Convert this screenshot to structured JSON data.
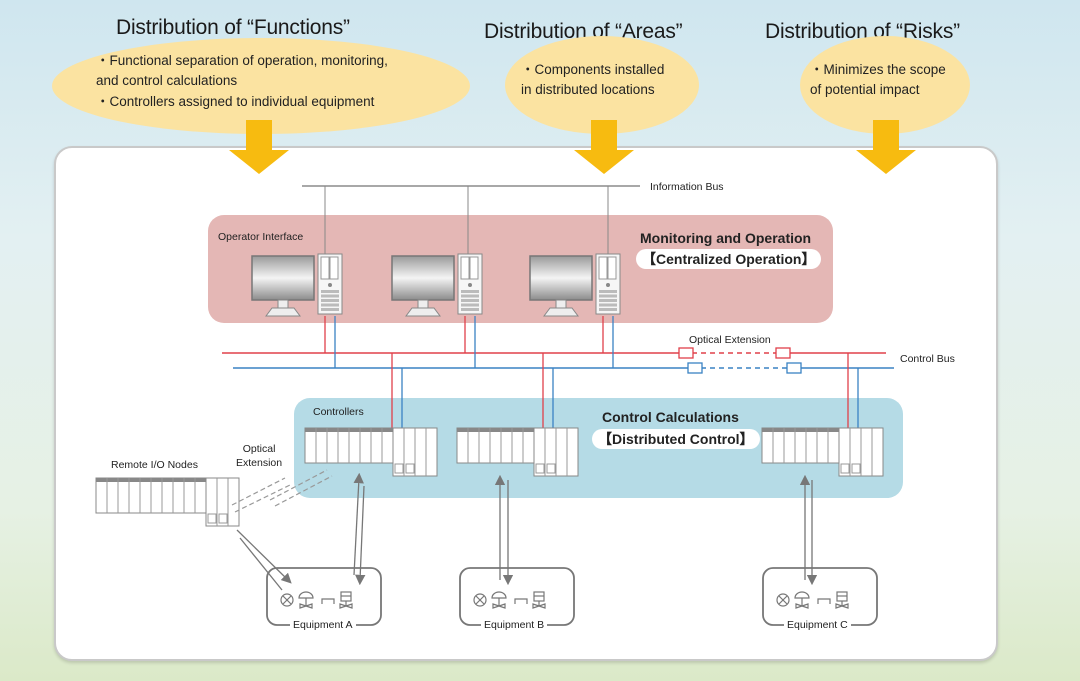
{
  "headings": [
    {
      "title": "Distribution of “Functions”",
      "bullets": [
        "・Functional separation of operation, monitoring,",
        "  and control calculations",
        "・Controllers assigned to individual equipment"
      ]
    },
    {
      "title": "Distribution of “Areas”",
      "bullets": [
        "・Components installed",
        "  in distributed locations"
      ]
    },
    {
      "title": "Distribution of “Risks”",
      "bullets": [
        "・Minimizes the scope",
        "  of potential impact"
      ]
    }
  ],
  "diagram": {
    "information_bus": "Information Bus",
    "operator_interface": "Operator Interface",
    "monitoring_title": "Monitoring and Operation",
    "monitoring_tag": "【Centralized Operation】",
    "optical_extension_top": "Optical Extension",
    "control_bus": "Control Bus",
    "controllers": "Controllers",
    "control_title": "Control Calculations",
    "control_tag": "【Distributed Control】",
    "optical_extension_left": [
      "Optical",
      "Extension"
    ],
    "remote_io": "Remote I/O Nodes",
    "equipment": [
      "Equipment A",
      "Equipment B",
      "Equipment C"
    ]
  },
  "colors": {
    "bubble": "#fbe3a1",
    "arrow": "#f7bb10",
    "monitoring_zone": "#e4b7b5",
    "control_zone": "#b5dbe6",
    "red_bus": "#e0404a",
    "blue_bus": "#3a82c4",
    "info_bus": "#a0a0a0"
  }
}
